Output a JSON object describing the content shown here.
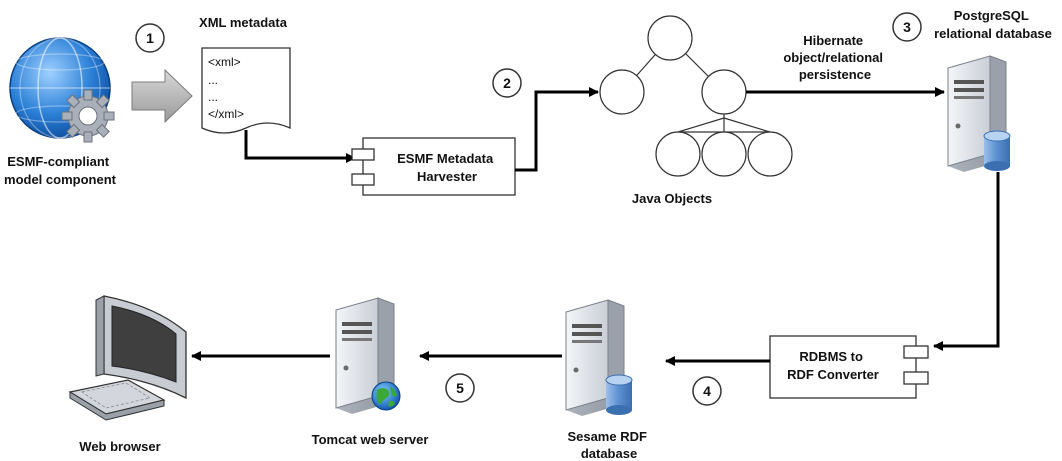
{
  "steps": [
    "1",
    "2",
    "3",
    "4",
    "5"
  ],
  "labels": {
    "esmf_component": [
      "ESMF-compliant",
      "model component"
    ],
    "xml_metadata": "XML metadata",
    "xml_lines": [
      "<xml>",
      "...",
      "...",
      "</xml>"
    ],
    "harvester": [
      "ESMF Metadata",
      "Harvester"
    ],
    "java_objects": "Java Objects",
    "hibernate": [
      "Hibernate",
      "object/relational",
      "persistence"
    ],
    "postgresql": [
      "PostgreSQL",
      "relational database"
    ],
    "rdbms_converter": [
      "RDBMS to",
      "RDF Converter"
    ],
    "sesame": [
      "Sesame RDF",
      "database"
    ],
    "tomcat": "Tomcat web server",
    "web_browser": "Web browser"
  },
  "icons": {
    "globe_gear": "globe-gear-icon",
    "xml_doc": "document-icon",
    "component": "uml-component-icon",
    "server": "server-icon",
    "database": "database-cylinder-icon",
    "web_globe": "web-globe-icon",
    "computer": "computer-monitor-icon"
  },
  "colors": {
    "arrow": "#000000",
    "globe": "#1e6fc2",
    "server_body": "#e6e9ee",
    "db_cylinder": "#6f9bd1",
    "big_arrow": "#b5b5b5"
  }
}
